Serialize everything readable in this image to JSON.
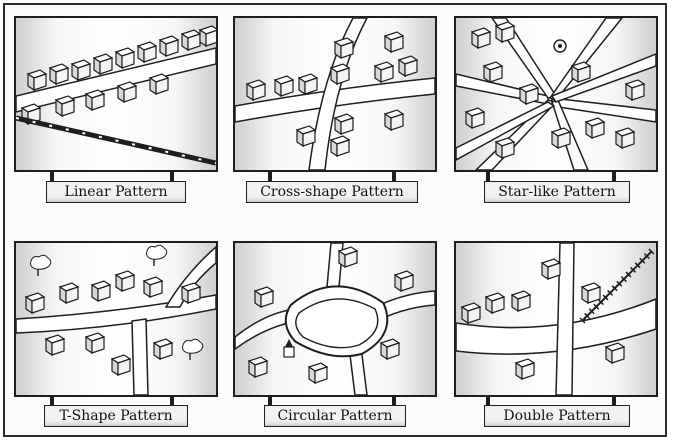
{
  "panels": [
    {
      "id": "linear",
      "label": "Linear Pattern"
    },
    {
      "id": "cross",
      "label": "Cross-shape Pattern"
    },
    {
      "id": "star",
      "label": "Star-like Pattern"
    },
    {
      "id": "tshape",
      "label": "T-Shape Pattern"
    },
    {
      "id": "circular",
      "label": "Circular Pattern"
    },
    {
      "id": "double",
      "label": "Double Pattern"
    }
  ],
  "colors": {
    "ink": "#1e1e1e",
    "roof": "#ffffff",
    "wall": "#d8d8d8",
    "road": "#ffffff"
  }
}
